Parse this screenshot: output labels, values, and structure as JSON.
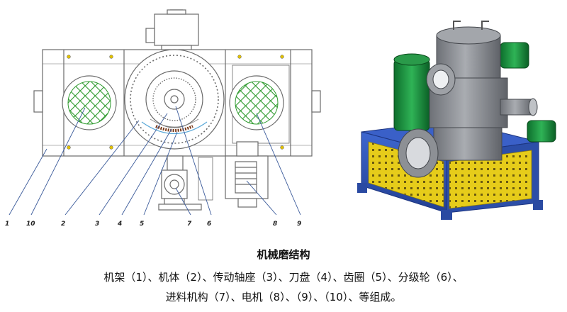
{
  "callouts": [
    "1",
    "10",
    "2",
    "3",
    "4",
    "5",
    "7",
    "6",
    "8",
    "9"
  ],
  "caption": {
    "title": "机械磨结构",
    "line1": "机架（1）、机体（2）、传动轴座（3）、刀盘（4）、齿圈（5）、分级轮（6）、",
    "line2": "进料机构（7）、电机（8）、（9）、（10）、等组成。"
  },
  "colors": {
    "line": "#6a6a6a",
    "leader": "#3a5a9a",
    "mesh": "#2e9a2e",
    "frame_blue": "#2f55b8",
    "mesh_yellow": "#e6cc1a",
    "motor_green": "#17913d",
    "body_grey": "#8e9197"
  }
}
